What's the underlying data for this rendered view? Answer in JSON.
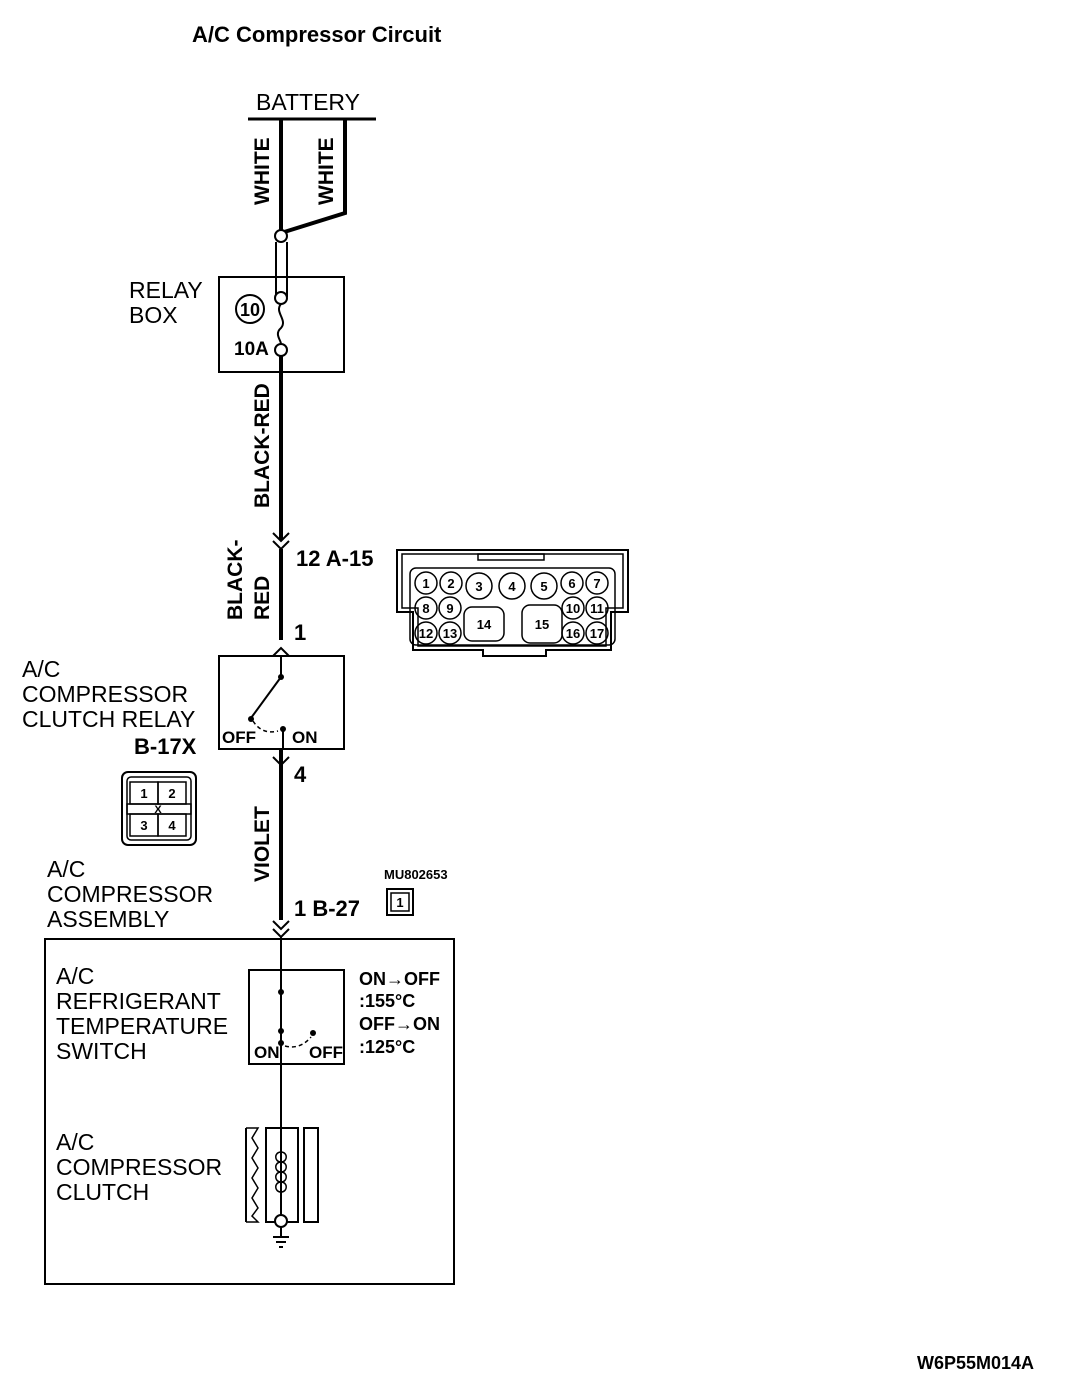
{
  "title": "A/C Compressor Circuit",
  "battery_label": "BATTERY",
  "wires": {
    "white_1": "WHITE",
    "white_2": "WHITE",
    "black_red": "BLACK-RED",
    "black_red_split_1": "BLACK-",
    "black_red_split_2": "RED",
    "violet": "VIOLET"
  },
  "relay_box": {
    "label_line1": "RELAY",
    "label_line2": "BOX",
    "fuse_number": "10",
    "fuse_rating": "10A"
  },
  "connectors": {
    "a15": "12 A-15",
    "pin_1": "1",
    "pin_4": "4",
    "b27": "1 B-27",
    "b17x": "B-17X",
    "mu_code": "MU802653",
    "mu_pin": "1"
  },
  "a15_pins": [
    "1",
    "2",
    "3",
    "4",
    "5",
    "6",
    "7",
    "8",
    "9",
    "10",
    "11",
    "12",
    "13",
    "14",
    "15",
    "16",
    "17"
  ],
  "b17x_pins": [
    "1",
    "2",
    "3",
    "4"
  ],
  "b17x_cross": "X",
  "clutch_relay": {
    "line1": "A/C",
    "line2": "COMPRESSOR",
    "line3": "CLUTCH RELAY",
    "off": "OFF",
    "on": "ON"
  },
  "assembly": {
    "line1": "A/C",
    "line2": "COMPRESSOR",
    "line3": "ASSEMBLY"
  },
  "temp_switch": {
    "line1": "A/C",
    "line2": "REFRIGERANT",
    "line3": "TEMPERATURE",
    "line4": "SWITCH",
    "on": "ON",
    "off": "OFF",
    "note1": "ON→OFF",
    "note2": ":155°C",
    "note3": "OFF→ON",
    "note4": ":125°C"
  },
  "clutch": {
    "line1": "A/C",
    "line2": "COMPRESSOR",
    "line3": "CLUTCH"
  },
  "figure_code": "W6P55M014A"
}
